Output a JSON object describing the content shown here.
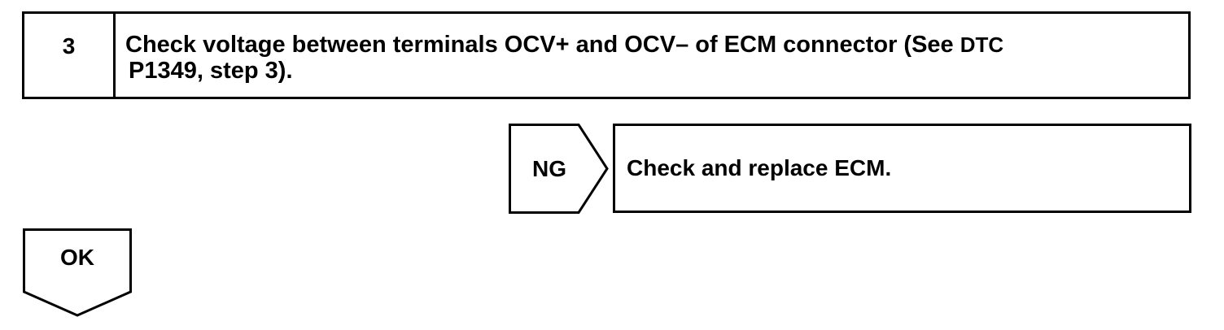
{
  "step": {
    "number": "3",
    "text_main": "Check voltage between terminals OCV+ and OCV– of ECM connector (See ",
    "text_dtc": "DTC",
    "text_line2": "P1349, step 3)."
  },
  "ng_branch": {
    "label": "NG",
    "action": "Check and replace ECM."
  },
  "ok_branch": {
    "label": "OK"
  }
}
